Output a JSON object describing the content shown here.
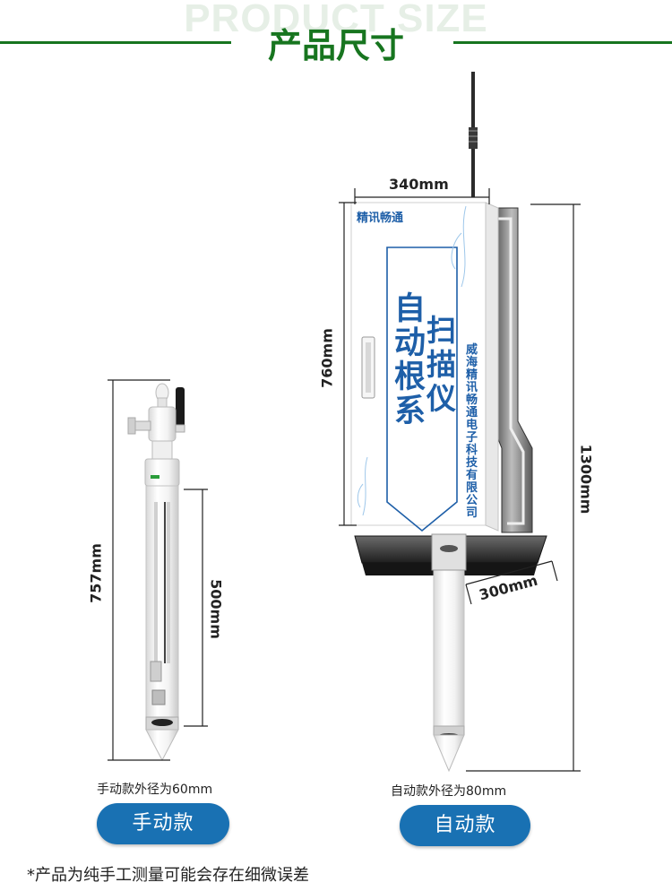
{
  "header": {
    "bg_title": "PRODUCT SIZE",
    "title": "产品尺寸"
  },
  "manual": {
    "height_label": "757mm",
    "tube_label": "500mm",
    "caption": "手动款外径为60mm",
    "button": "手动款"
  },
  "auto": {
    "width_label": "340mm",
    "box_height_label": "760mm",
    "total_height_label": "1300mm",
    "depth_label": "300mm",
    "caption": "自动款外径为80mm",
    "button": "自动款",
    "panel": {
      "brand": "精讯畅通",
      "headline_col1": "自动根系",
      "headline_col2": "扫描仪",
      "company": "威海精讯畅通电子科技有限公司"
    }
  },
  "footer": {
    "note": "*产品为纯手工测量可能会存在细微误差"
  },
  "colors": {
    "accent_green": "#17751f",
    "button_blue": "#1971b3",
    "panel_blue": "#1e5fa8"
  }
}
